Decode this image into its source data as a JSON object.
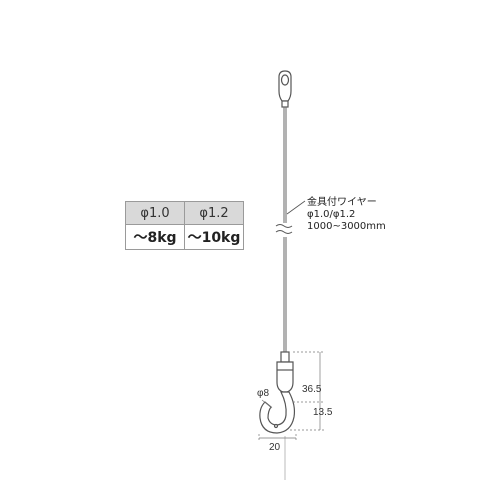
{
  "spec_table": {
    "headers": [
      "φ1.0",
      "φ1.2"
    ],
    "values": [
      "～8kg",
      "～10kg"
    ]
  },
  "wire_label": {
    "line1": "金具付ワイヤー",
    "line2": "φ1.0/φ1.2",
    "line3": "1000~3000mm"
  },
  "dimensions": {
    "total_height": "36.5",
    "hook_height": "13.5",
    "hook_width": "20",
    "hook_diameter": "φ8"
  },
  "colors": {
    "line": "#555555",
    "table_header_bg": "#d9d9d9",
    "table_border": "#9a9a9a"
  }
}
